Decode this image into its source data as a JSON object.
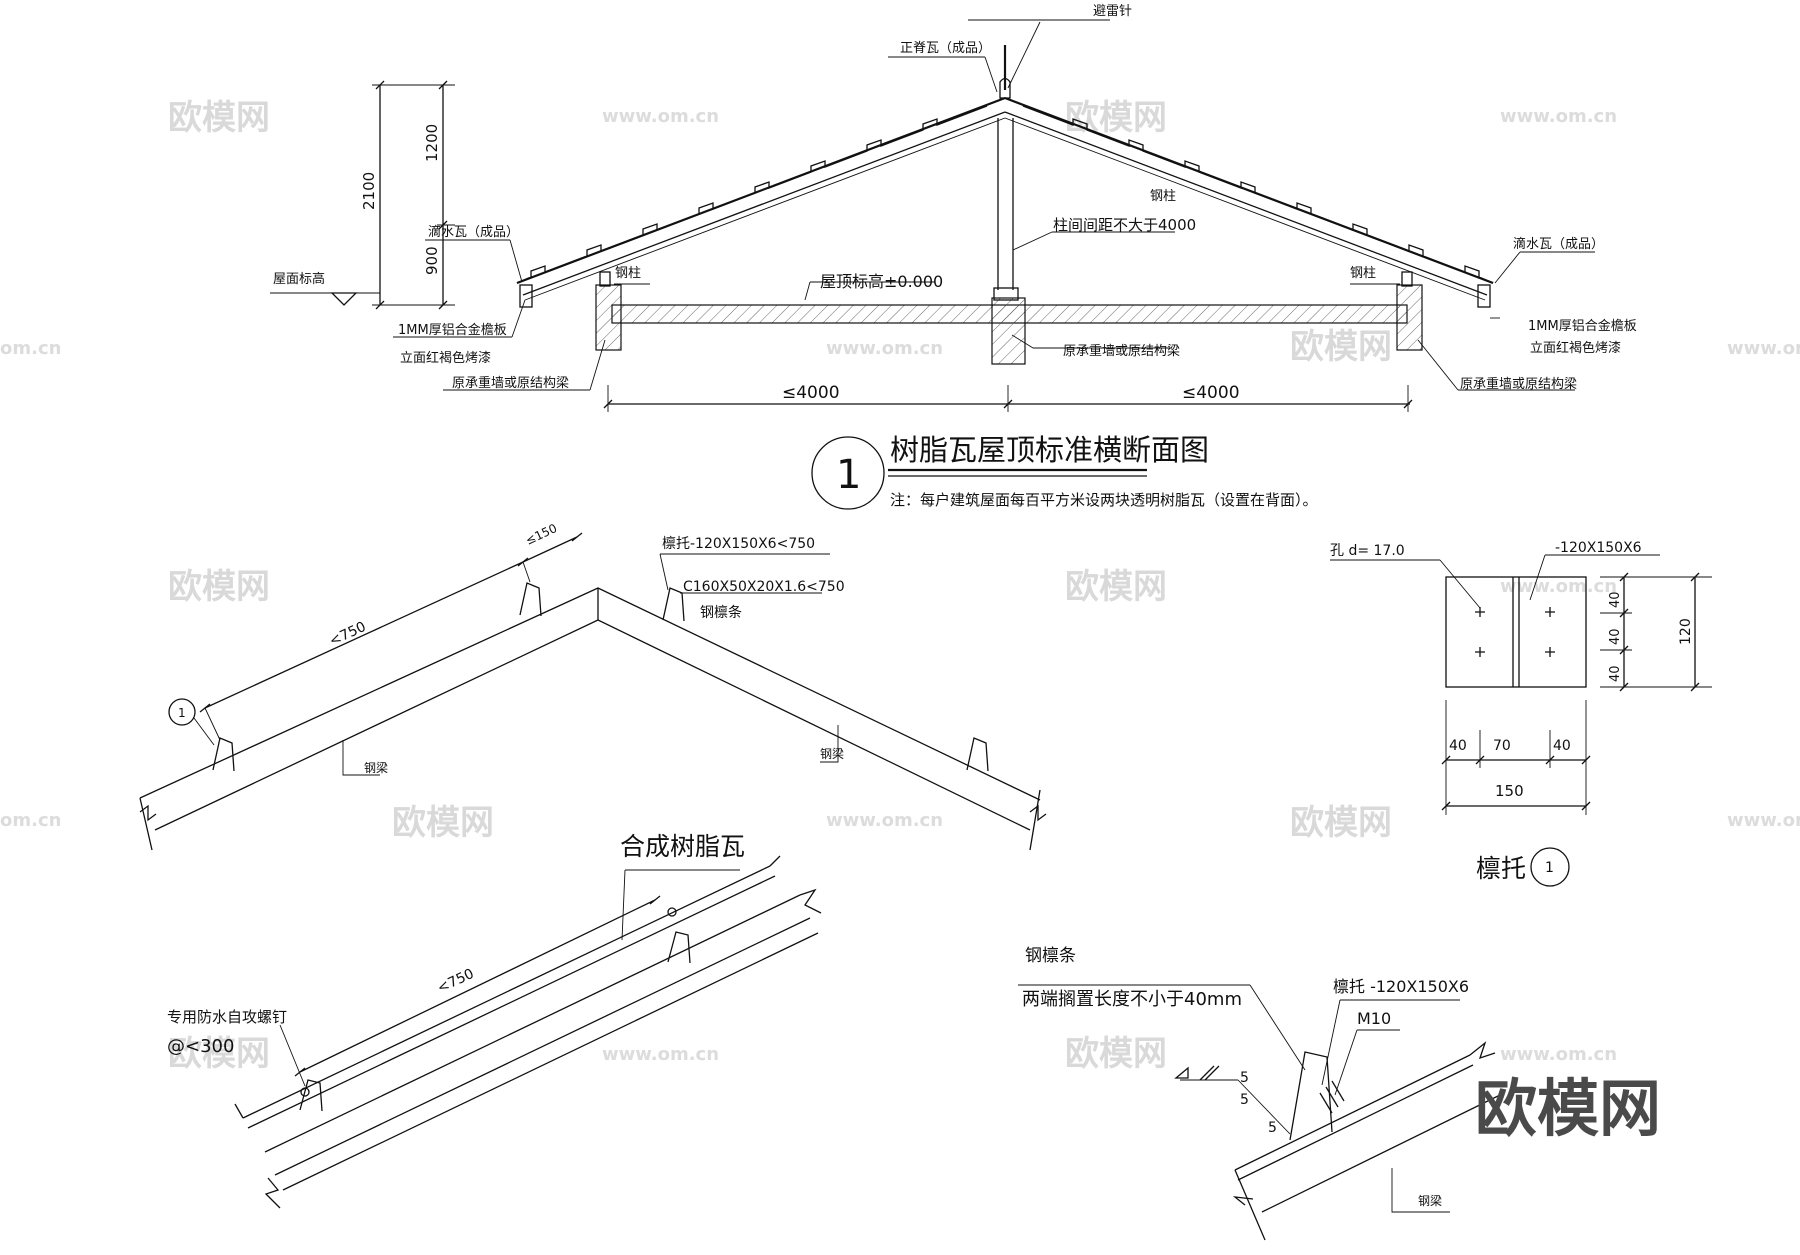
{
  "section": {
    "label_lightning_rod": "避雷针",
    "label_ridge_tile": "正脊瓦（成品）",
    "label_steel_column_center": "钢柱",
    "label_column_spacing": "柱间间距不大于4000",
    "label_roof_top_elev": "屋顶标高±0.000",
    "label_drip_tile_left": "滴水瓦（成品）",
    "label_drip_tile_right": "滴水瓦（成品）",
    "label_steel_column_left": "钢柱",
    "label_steel_column_right": "钢柱",
    "label_roof_elev": "屋面标高",
    "label_gutter_left_1": "1MM厚铝合金檐板",
    "label_gutter_left_2": "立面红褐色烤漆",
    "label_gutter_right_1": "1MM厚铝合金檐板",
    "label_gutter_right_2": "立面红褐色烤漆",
    "label_wall_left": "原承重墙或原结构梁",
    "label_wall_center": "原承重墙或原结构梁",
    "label_wall_right": "原承重墙或原结构梁",
    "dim_total": "2100",
    "dim_upper": "1200",
    "dim_lower": "900",
    "dim_span_left": "≤4000",
    "dim_span_right": "≤4000",
    "title_number": "1",
    "title": "树脂瓦屋顶标准横断面图",
    "note": "注：每户建筑屋面每百平方米设两块透明树脂瓦（设置在背面）。"
  },
  "purlin_view": {
    "label_bracket": "檩托-120X150X6<750",
    "label_purlin_spec": "C160X50X20X1.6<750",
    "label_purlin": "钢檩条",
    "dim_slope": "<750",
    "dim_top": "≤150",
    "label_beam_left": "钢梁",
    "label_beam_right": "钢梁",
    "callout": "1"
  },
  "bracket_detail": {
    "label_hole": "孔  d=  17.0",
    "label_plate": "-120X150X6",
    "dim_row_1": "40",
    "dim_row_2": "40",
    "dim_row_3": "40",
    "dim_height": "120",
    "dim_col_1": "40",
    "dim_col_2": "70",
    "dim_col_3": "40",
    "dim_width": "150",
    "title": "檩托",
    "title_callout": "1"
  },
  "tile_view": {
    "label_tile": "合成树脂瓦",
    "dim_slope": "<750",
    "label_screw_1": "专用防水自攻螺钉",
    "label_screw_2": "@<300"
  },
  "joint_detail": {
    "label_purlin": "钢檩条",
    "label_overlap": "两端搁置长度不小于40mm",
    "label_bracket": "檩托 -120X150X6",
    "label_bolt": "M10",
    "weld_a": "5",
    "weld_b": "5",
    "weld_c": "5",
    "label_beam": "钢梁"
  },
  "watermarks": {
    "brand": "欧模网",
    "url": "www.om.cn",
    "url_short": "om.cn",
    "brand_large": "欧模网"
  }
}
